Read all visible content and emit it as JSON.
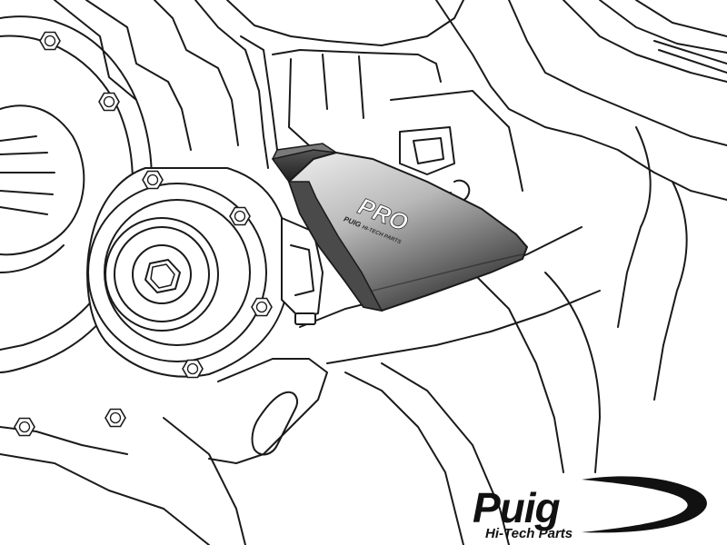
{
  "image": {
    "subject": "",
    "colors": {
      "line": "#1a1a1a",
      "background": "#ffffff",
      "slider_dark": "#2a2a2a",
      "slider_mid": "#8a8a8a",
      "slider_light": "#d8d8d8"
    }
  },
  "slider": {
    "model_mark": "PRO",
    "brand_print": "PUIG",
    "sub_print": "HI-TECH PARTS"
  },
  "logo": {
    "wordmark": "Puig",
    "tagline": "Hi-Tech Parts"
  }
}
